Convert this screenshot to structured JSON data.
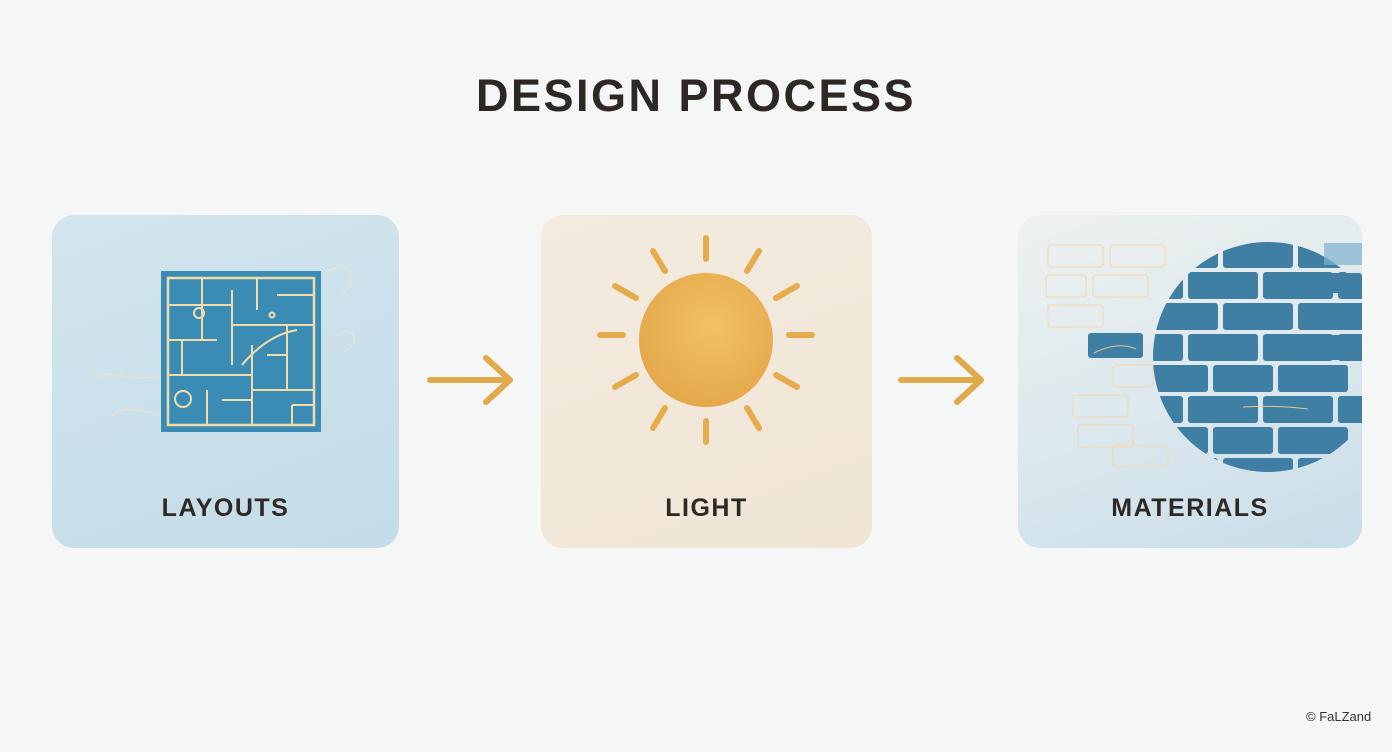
{
  "title": "DESIGN PROCESS",
  "steps": [
    {
      "label": "LAYOUTS",
      "icon": "floor-plan-icon"
    },
    {
      "label": "LIGHT",
      "icon": "sun-icon"
    },
    {
      "label": "MATERIALS",
      "icon": "brick-wall-icon"
    }
  ],
  "connectors": [
    "arrow-right-icon",
    "arrow-right-icon"
  ],
  "watermark": "© FaLZand",
  "colors": {
    "background": "#f5f6f6",
    "text": "#2e2824",
    "layouts_card": "#c9e0ea",
    "light_card": "#f2e8da",
    "materials_card": "#dbe8ee",
    "blueprint": "#3a8cb5",
    "brick_blue": "#3f7fa3",
    "sun": "#e8ad4e",
    "arrow": "#e0a94a"
  }
}
